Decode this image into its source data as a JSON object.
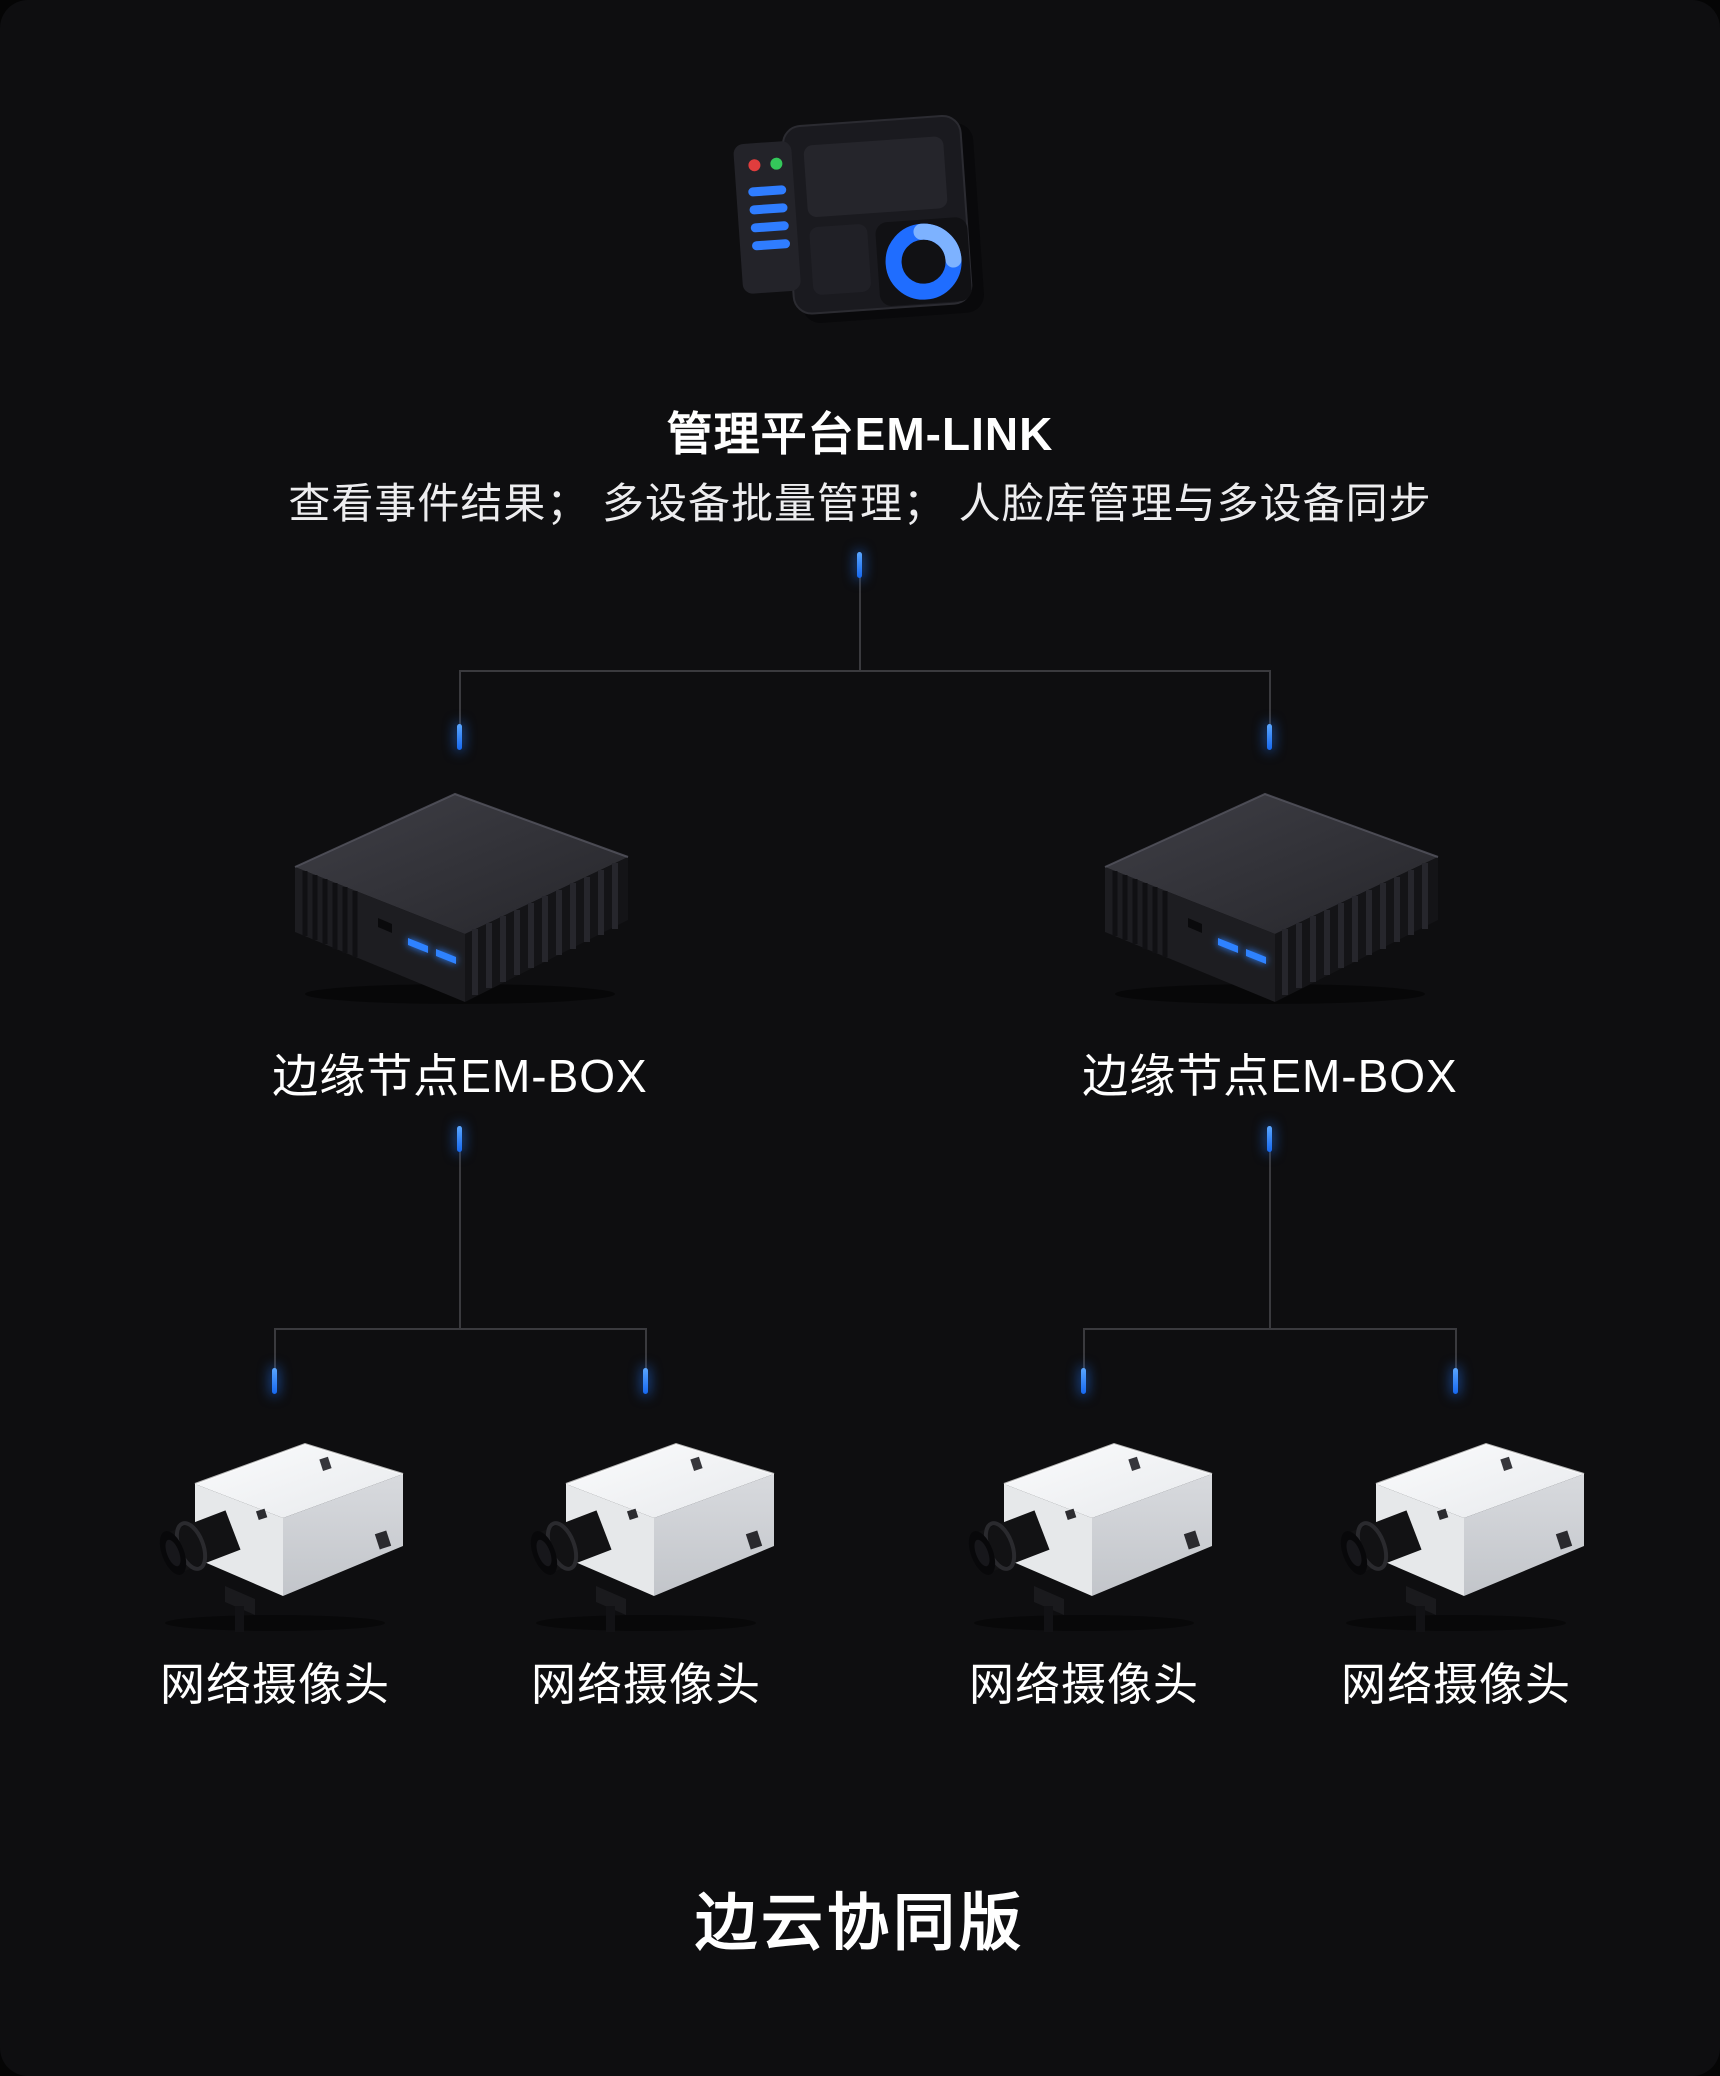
{
  "colors": {
    "background": "#0e0e10",
    "connector_line": "#3a3a3e",
    "accent_blue": "#1f7bff",
    "text": "#ffffff"
  },
  "platform": {
    "title": "管理平台EM-LINK",
    "subtitle": "查看事件结果； 多设备批量管理； 人脸库管理与多设备同步",
    "icon": "management-platform-icon"
  },
  "edge_nodes": [
    {
      "label": "边缘节点EM-BOX",
      "icon": "em-box-device-icon"
    },
    {
      "label": "边缘节点EM-BOX",
      "icon": "em-box-device-icon"
    }
  ],
  "cameras": [
    {
      "label": "网络摄像头",
      "icon": "ip-camera-icon"
    },
    {
      "label": "网络摄像头",
      "icon": "ip-camera-icon"
    },
    {
      "label": "网络摄像头",
      "icon": "ip-camera-icon"
    },
    {
      "label": "网络摄像头",
      "icon": "ip-camera-icon"
    }
  ],
  "footer": {
    "title": "边云协同版"
  }
}
